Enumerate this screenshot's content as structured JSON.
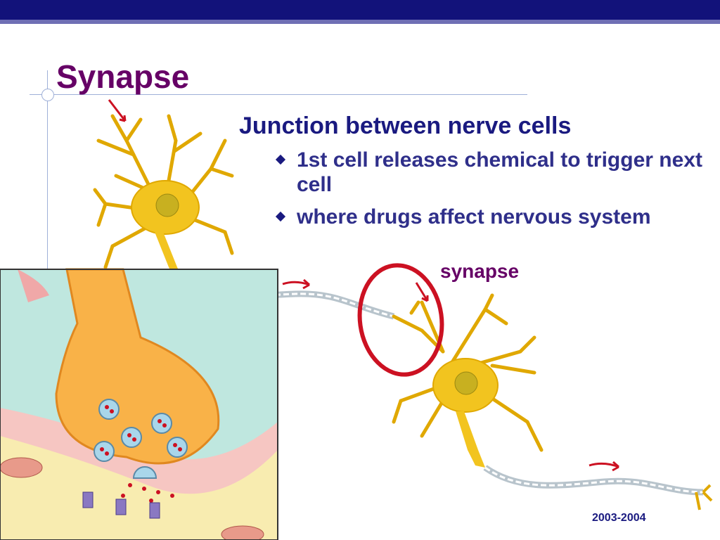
{
  "slide": {
    "title": "Synapse",
    "main_point": "Junction between nerve cells",
    "bullets": [
      "1st cell releases chemical to trigger next cell",
      "where drugs affect nervous system"
    ],
    "synapse_label": "synapse",
    "footer": "2003-2004"
  },
  "colors": {
    "title": "#660066",
    "text": "#1a1a80",
    "header_bar": "#12127a",
    "highlight_circle": "#cc1122",
    "neuron": "#f2c41f"
  }
}
